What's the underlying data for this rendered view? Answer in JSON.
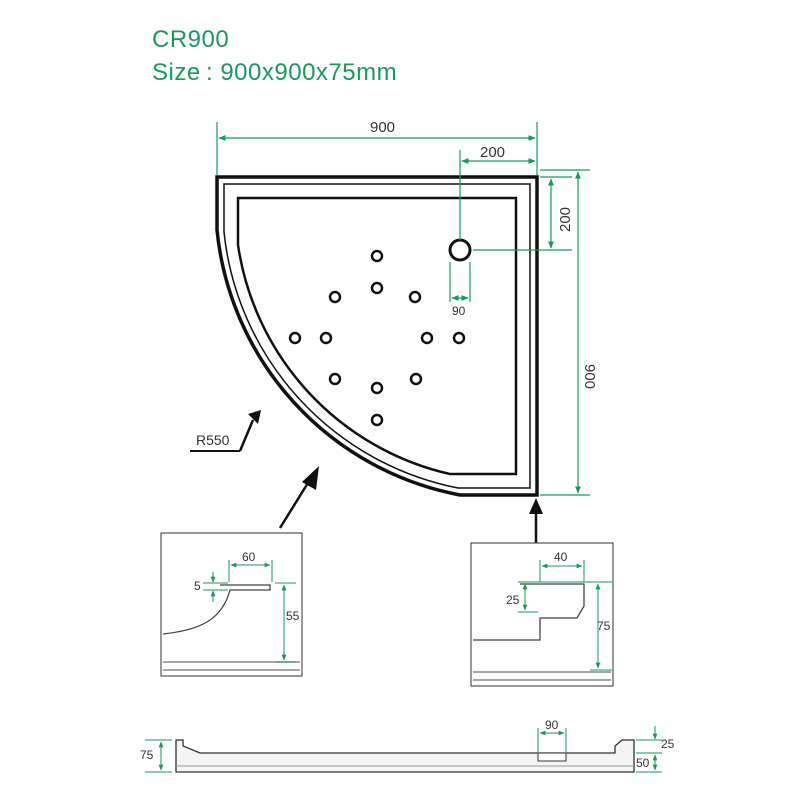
{
  "header": {
    "model": "CR900",
    "size_text": "Size : 900x900x75mm"
  },
  "colors": {
    "title_green": "#1a9a5a",
    "dimension_green": "#1a9a5a",
    "outline": "#111111"
  },
  "plan": {
    "width_label": "900",
    "waste_offset_x_label": "200",
    "waste_offset_y_label": "200",
    "height_label": "900",
    "waste_diameter_label": "90",
    "radius_label": "R550"
  },
  "detail_curved_edge": {
    "width_label": "60",
    "lip_label": "5",
    "depth_label": "55"
  },
  "detail_straight_edge": {
    "width_label": "40",
    "step_label": "25",
    "height_label": "75"
  },
  "section": {
    "height_label": "75",
    "waste_label": "90",
    "top_label": "25",
    "bottom_label": "50"
  }
}
